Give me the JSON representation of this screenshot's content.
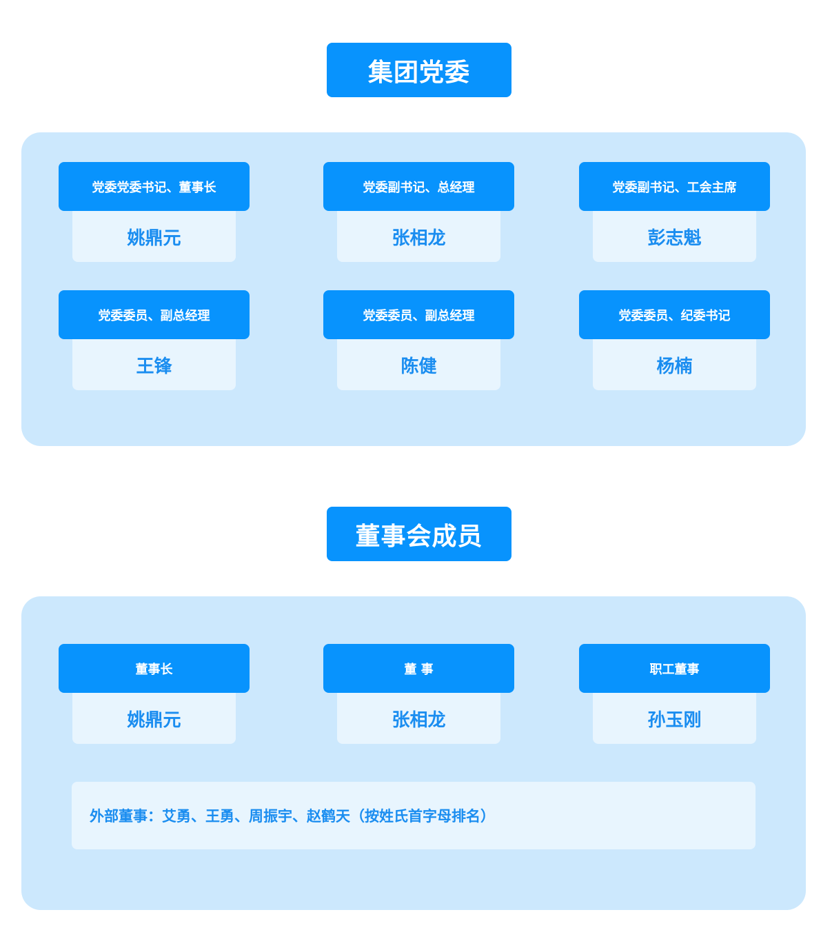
{
  "party": {
    "title": "集团党委",
    "members": [
      {
        "role": "党委党委书记、董事长",
        "name": "姚鼎元"
      },
      {
        "role": "党委副书记、总经理",
        "name": "张相龙"
      },
      {
        "role": "党委副书记、工会主席",
        "name": "彭志魁"
      },
      {
        "role": "党委委员、副总经理",
        "name": "王锋"
      },
      {
        "role": "党委委员、副总经理",
        "name": "陈健"
      },
      {
        "role": "党委委员、纪委书记",
        "name": "杨楠"
      }
    ]
  },
  "board": {
    "title": "董事会成员",
    "members": [
      {
        "role": "董事长",
        "name": "姚鼎元"
      },
      {
        "role": "董 事",
        "name": "张相龙"
      },
      {
        "role": "职工董事",
        "name": "孙玉刚"
      }
    ],
    "external_note": "外部董事：艾勇、王勇、周振宇、赵鹤天（按姓氏首字母排名）"
  }
}
